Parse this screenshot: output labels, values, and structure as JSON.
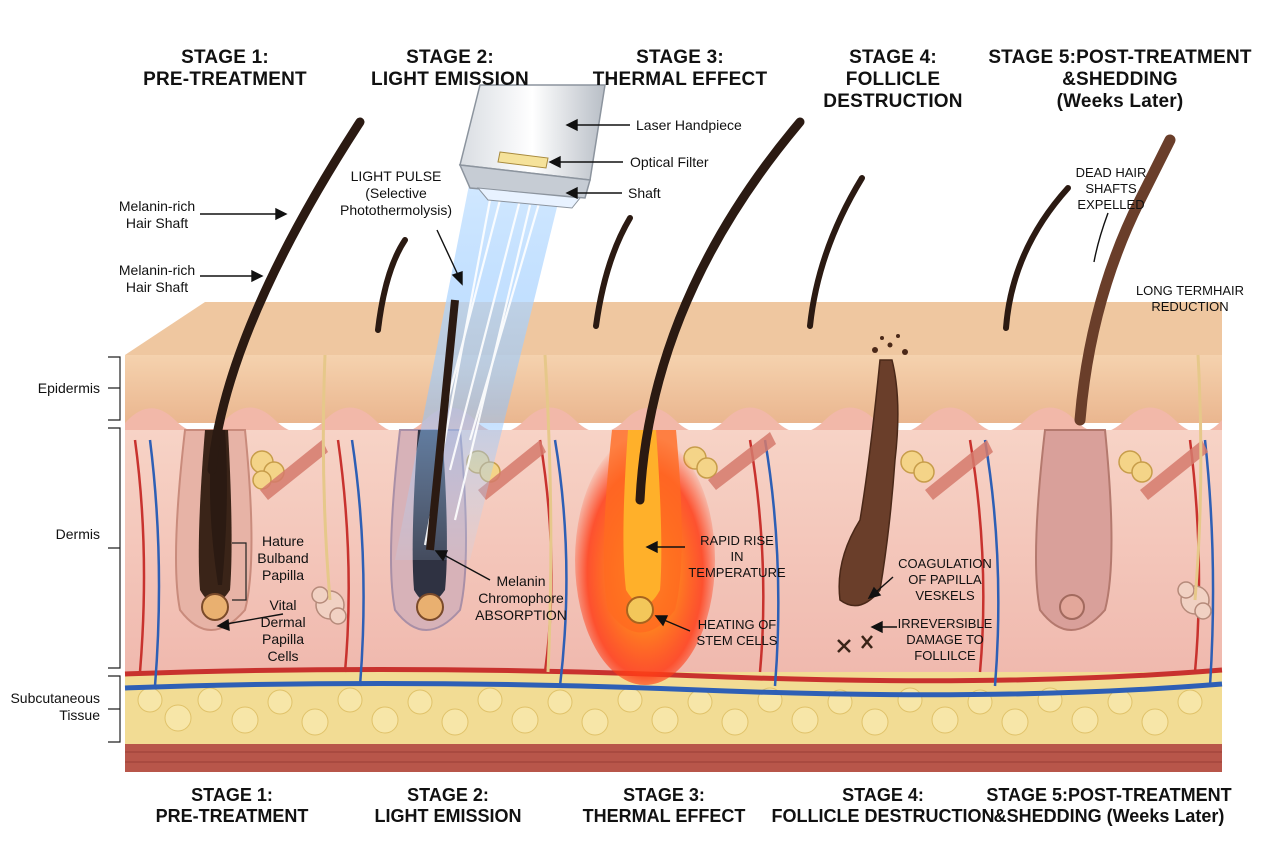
{
  "colors": {
    "epidermis": "#f2c9a3",
    "dermis": "#f5c9c0",
    "fat": "#f2dc94",
    "artery": "#c8322e",
    "vein": "#2e5fb5",
    "hair": "#2b1a12",
    "heat": "#ff5a1a",
    "light": "#9fd0ff"
  },
  "top_titles": [
    {
      "line1": "STAGE 1:",
      "line2": "PRE-TREATMENT",
      "line3": ""
    },
    {
      "line1": "STAGE 2:",
      "line2": "LIGHT EMISSION",
      "line3": ""
    },
    {
      "line1": "STAGE 3:",
      "line2": "THERMAL EFFECT",
      "line3": ""
    },
    {
      "line1": "STAGE 4:",
      "line2": "FOLLICLE",
      "line3": "DESTRUCTION"
    },
    {
      "line1": "STAGE 5:POST-TREATMENT",
      "line2": "&SHEDDING",
      "line3": "(Weeks Later)"
    }
  ],
  "bottom_titles": [
    {
      "line1": "STAGE 1:",
      "line2": "PRE-TREATMENT"
    },
    {
      "line1": "STAGE 2:",
      "line2": "LIGHT EMISSION"
    },
    {
      "line1": "STAGE 3:",
      "line2": "THERMAL EFFECT"
    },
    {
      "line1": "STAGE 4:",
      "line2": "FOLLICLE DESTRUCTION"
    },
    {
      "line1": "STAGE 5:POST-TREATMENT",
      "line2": "&SHEDDING (Weeks Later)"
    }
  ],
  "layers": {
    "epidermis": "Epidermis",
    "dermis": "Dermis",
    "subcutaneous_1": "Subcutaneous",
    "subcutaneous_2": "Tissue"
  },
  "labels": {
    "melanin_1a": "Melanin-rich",
    "melanin_1b": "Hair Shaft",
    "melanin_2a": "Melanin-rich",
    "melanin_2b": "Hair Shaft",
    "hature_1": "Hature",
    "hature_2": "Bulband",
    "hature_3": "Papilla",
    "vital_1": "Vital",
    "vital_2": "Dermal",
    "vital_3": "Papilla",
    "vital_4": "Cells",
    "light_pulse_1": "LIGHT PULSE",
    "light_pulse_2": "(Selective",
    "light_pulse_3": "Photothermolysis)",
    "laser_handpiece": "Laser Handpiece",
    "optical_filter": "Optical Filter",
    "shaft": "Shaft",
    "melanin_chromo_1": "Melanin",
    "melanin_chromo_2": "Chromophore",
    "melanin_chromo_3": "ABSORPTION",
    "rapid_1": "RAPID RISE",
    "rapid_2": "IN",
    "rapid_3": "TEMPERATURE",
    "heating_1": "HEATING OF",
    "heating_2": "STEM CELLS",
    "coag_1": "COAGULATION",
    "coag_2": "OF PAPILLA",
    "coag_3": "VESKELS",
    "irrev_1": "IRREVERSIBLE",
    "irrev_2": "DAMAGE TO",
    "irrev_3": "FOLLILCE",
    "dead_1": "DEAD HAIR",
    "dead_2": "SHAFTS",
    "dead_3": "EXPELLED",
    "long_1": "LONG TERMHAIR",
    "long_2": "REDUCTION"
  }
}
